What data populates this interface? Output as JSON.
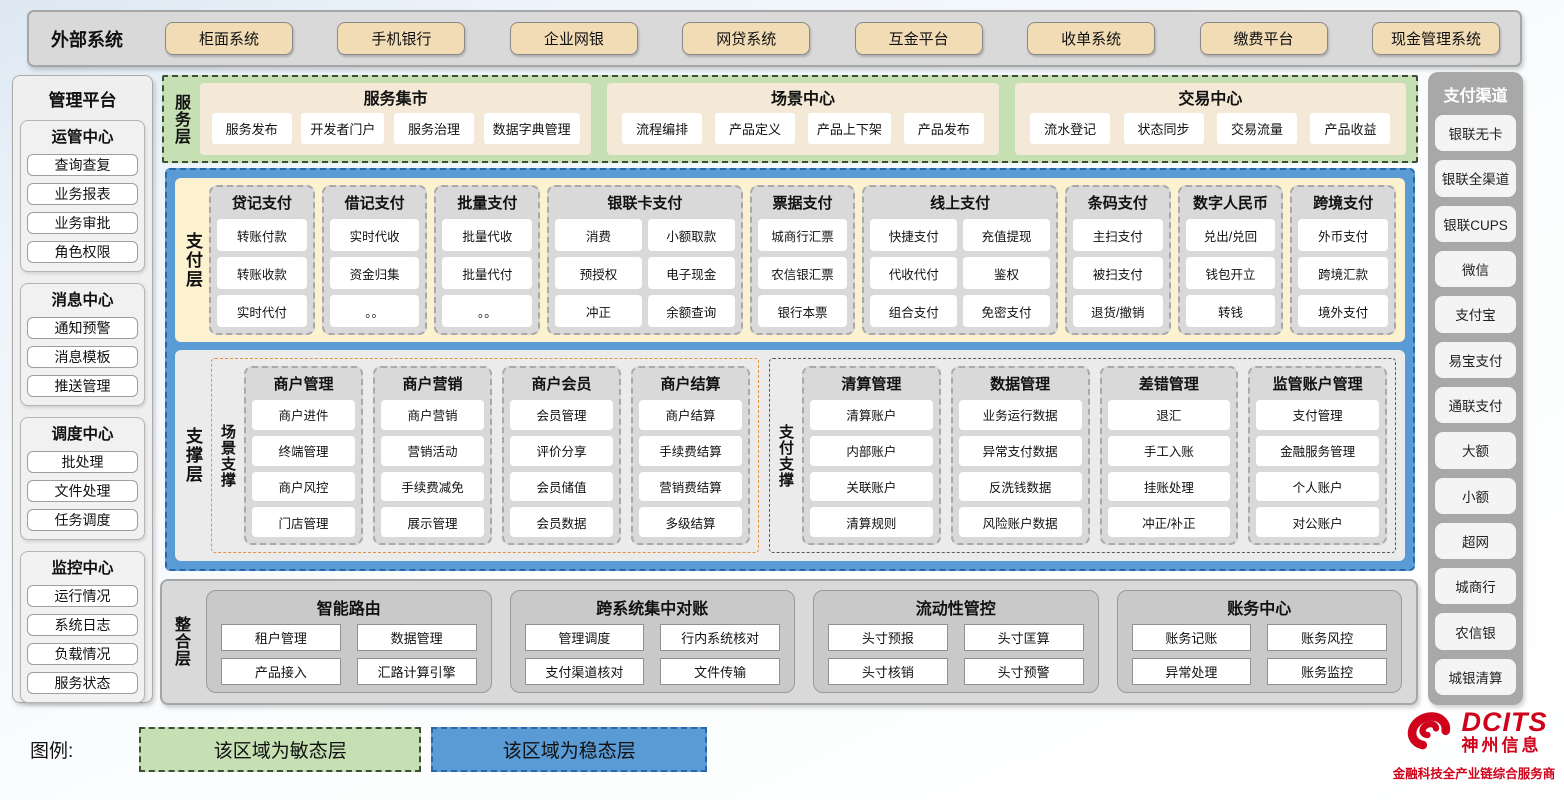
{
  "external_systems": {
    "label": "外部系统",
    "items": [
      "柜面系统",
      "手机银行",
      "企业网银",
      "网贷系统",
      "互金平台",
      "收单系统",
      "缴费平台",
      "现金管理系统"
    ]
  },
  "management_platform": {
    "title": "管理平台",
    "sections": [
      {
        "title": "运管中心",
        "items": [
          "查询查复",
          "业务报表",
          "业务审批",
          "角色权限"
        ]
      },
      {
        "title": "消息中心",
        "items": [
          "通知预警",
          "消息模板",
          "推送管理"
        ]
      },
      {
        "title": "调度中心",
        "items": [
          "批处理",
          "文件处理",
          "任务调度"
        ]
      },
      {
        "title": "监控中心",
        "items": [
          "运行情况",
          "系统日志",
          "负载情况",
          "服务状态"
        ]
      }
    ]
  },
  "service_layer": {
    "label": "服务层",
    "groups": [
      {
        "title": "服务集市",
        "items": [
          "服务发布",
          "开发者门户",
          "服务治理",
          "数据字典管理"
        ]
      },
      {
        "title": "场景中心",
        "items": [
          "流程编排",
          "产品定义",
          "产品上下架",
          "产品发布"
        ]
      },
      {
        "title": "交易中心",
        "items": [
          "流水登记",
          "状态同步",
          "交易流量",
          "产品收益"
        ]
      }
    ]
  },
  "payment_layer": {
    "label": "支付层",
    "columns": [
      {
        "title": "贷记支付",
        "cols": 1,
        "items": [
          "转账付款",
          "转账收款",
          "实时代付"
        ]
      },
      {
        "title": "借记支付",
        "cols": 1,
        "items": [
          "实时代收",
          "资金归集",
          "。。"
        ]
      },
      {
        "title": "批量支付",
        "cols": 1,
        "items": [
          "批量代收",
          "批量代付",
          "。。"
        ]
      },
      {
        "title": "银联卡支付",
        "cols": 2,
        "items": [
          "消费",
          "小额取款",
          "预授权",
          "电子现金",
          "冲正",
          "余额查询"
        ]
      },
      {
        "title": "票据支付",
        "cols": 1,
        "items": [
          "城商行汇票",
          "农信银汇票",
          "银行本票"
        ]
      },
      {
        "title": "线上支付",
        "cols": 2,
        "items": [
          "快捷支付",
          "充值提现",
          "代收代付",
          "鉴权",
          "组合支付",
          "免密支付"
        ]
      },
      {
        "title": "条码支付",
        "cols": 1,
        "items": [
          "主扫支付",
          "被扫支付",
          "退货/撤销"
        ]
      },
      {
        "title": "数字人民币",
        "cols": 1,
        "items": [
          "兑出/兑回",
          "钱包开立",
          "转钱"
        ]
      },
      {
        "title": "跨境支付",
        "cols": 1,
        "items": [
          "外币支付",
          "跨境汇款",
          "境外支付"
        ]
      }
    ]
  },
  "support_layer": {
    "label": "支撑层",
    "groups": [
      {
        "label": "场景支撑",
        "border_color": "#e2913c",
        "columns": [
          {
            "title": "商户管理",
            "items": [
              "商户进件",
              "终端管理",
              "商户风控",
              "门店管理"
            ]
          },
          {
            "title": "商户营销",
            "items": [
              "商户营销",
              "营销活动",
              "手续费减免",
              "展示管理"
            ]
          },
          {
            "title": "商户会员",
            "items": [
              "会员管理",
              "评价分享",
              "会员储值",
              "会员数据"
            ]
          },
          {
            "title": "商户结算",
            "items": [
              "商户结算",
              "手续费结算",
              "营销费结算",
              "多级结算"
            ]
          }
        ]
      },
      {
        "label": "支付支撑",
        "border_color": "#595959",
        "columns": [
          {
            "title": "清算管理",
            "items": [
              "清算账户",
              "内部账户",
              "关联账户",
              "清算规则"
            ]
          },
          {
            "title": "数据管理",
            "items": [
              "业务运行数据",
              "异常支付数据",
              "反洗钱数据",
              "风险账户数据"
            ]
          },
          {
            "title": "差错管理",
            "items": [
              "退汇",
              "手工入账",
              "挂账处理",
              "冲正/补正"
            ]
          },
          {
            "title": "监管账户管理",
            "items": [
              "支付管理",
              "金融服务管理",
              "个人账户",
              "对公账户"
            ]
          }
        ]
      }
    ]
  },
  "integration_layer": {
    "label": "整合层",
    "groups": [
      {
        "title": "智能路由",
        "items": [
          "租户管理",
          "数据管理",
          "产品接入",
          "汇路计算引擎"
        ]
      },
      {
        "title": "跨系统集中对账",
        "items": [
          "管理调度",
          "行内系统核对",
          "支付渠道核对",
          "文件传输"
        ]
      },
      {
        "title": "流动性管控",
        "items": [
          "头寸预报",
          "头寸匡算",
          "头寸核销",
          "头寸预警"
        ]
      },
      {
        "title": "账务中心",
        "items": [
          "账务记账",
          "账务风控",
          "异常处理",
          "账务监控"
        ]
      }
    ]
  },
  "payment_channels": {
    "title": "支付渠道",
    "items": [
      "银联无卡",
      "银联全渠道",
      "银联CUPS",
      "微信",
      "支付宝",
      "易宝支付",
      "通联支付",
      "大额",
      "小额",
      "超网",
      "城商行",
      "农信银",
      "城银清算"
    ]
  },
  "legend": {
    "label": "图例:",
    "agile": "该区域为敏态层",
    "stable": "该区域为稳态层"
  },
  "logo": {
    "brand": "DCITS",
    "name": "神州信息",
    "tagline": "金融科技全产业链综合服务商"
  },
  "colors": {
    "agile_green": "#c6e0b4",
    "stable_blue": "#5b9bd5",
    "stable_border": "#2867a8",
    "scene_border": "#e2913c",
    "support_border": "#595959",
    "tan_button": "#f2dcb6",
    "cream_panel": "#fdf2cf",
    "brand_red": "#d0021b"
  }
}
